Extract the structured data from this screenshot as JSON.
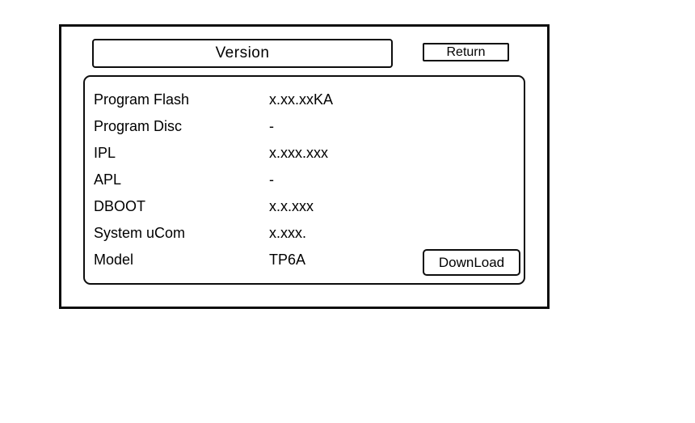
{
  "screen": {
    "title": "Version",
    "return_button": "Return",
    "download_button": "DownLoad",
    "rows": [
      {
        "label": "Program Flash",
        "value": "x.xx.xxKA"
      },
      {
        "label": "Program Disc",
        "value": "-"
      },
      {
        "label": "IPL",
        "value": "x.xxx.xxx"
      },
      {
        "label": "APL",
        "value": "-"
      },
      {
        "label": "DBOOT",
        "value": "x.x.xxx"
      },
      {
        "label": "System uCom",
        "value": "x.xxx."
      },
      {
        "label": "Model",
        "value": "TP6A"
      }
    ],
    "colors": {
      "foreground": "#0d0d0d",
      "background": "#ffffff"
    }
  }
}
